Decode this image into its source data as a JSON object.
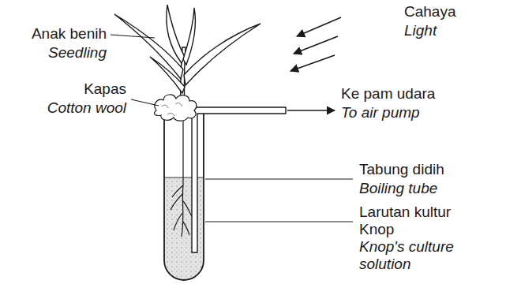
{
  "diagram": {
    "labels": [
      "Cahaya",
      "Light",
      "Anak benih",
      "Seedling",
      "Ke pam udara",
      "To air pump",
      "Kapas",
      "Cotton wool",
      "Tabung didih",
      "Boiling tube",
      "Larutan kultur Knop",
      "Knop's culture solution"
    ]
  }
}
